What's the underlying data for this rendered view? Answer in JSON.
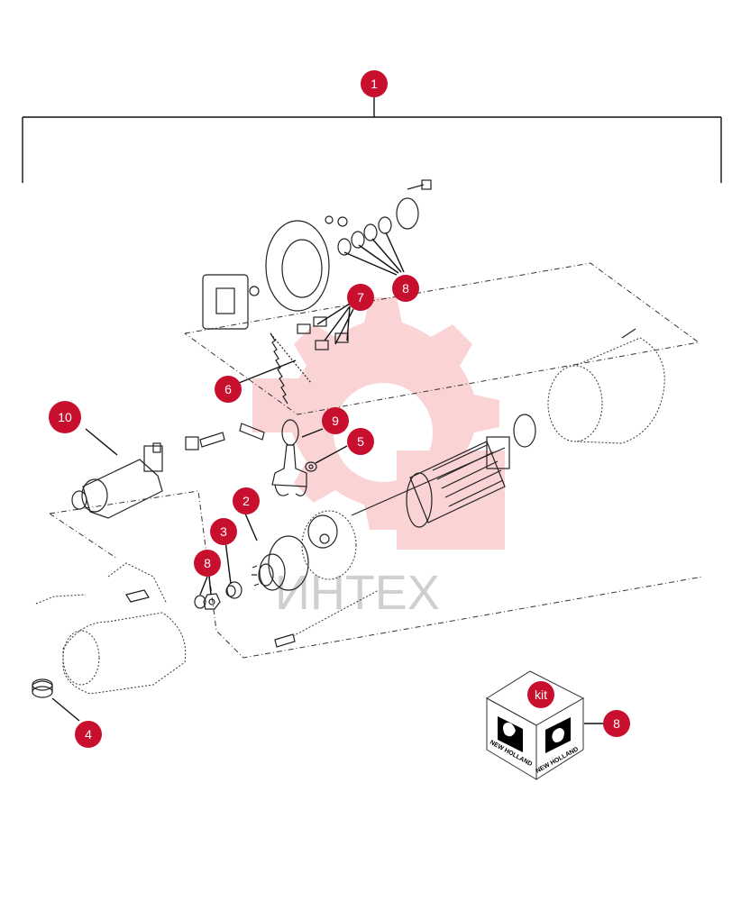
{
  "watermark": {
    "text": "ИНТЕХ",
    "color": "#e8141e"
  },
  "accent_color": "#c8102e",
  "callouts": {
    "c1": "1",
    "c2": "2",
    "c3": "3",
    "c4": "4",
    "c5": "5",
    "c6": "6",
    "c7": "7",
    "c8a": "8",
    "c8b": "8",
    "c8c": "8",
    "c9": "9",
    "c10": "10"
  },
  "kit_box": {
    "label": "kit",
    "brand_left": "NEW HOLLAND",
    "brand_right": "NEW HOLLAND"
  }
}
